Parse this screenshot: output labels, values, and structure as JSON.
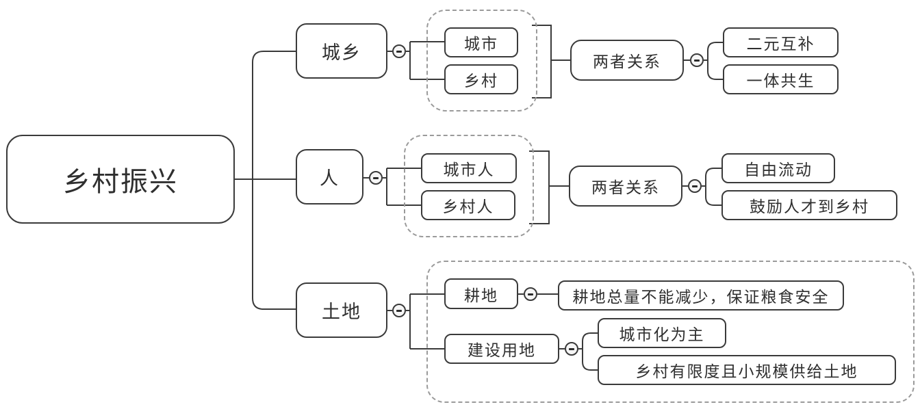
{
  "mindmap": {
    "root": {
      "label": "乡村振兴"
    },
    "branches": [
      {
        "label": "城乡",
        "children": [
          {
            "label": "城市"
          },
          {
            "label": "乡村"
          }
        ],
        "relation": {
          "label": "两者关系",
          "children": [
            {
              "label": "二元互补"
            },
            {
              "label": "一体共生"
            }
          ]
        }
      },
      {
        "label": "人",
        "children": [
          {
            "label": "城市人"
          },
          {
            "label": "乡村人"
          }
        ],
        "relation": {
          "label": "两者关系",
          "children": [
            {
              "label": "自由流动"
            },
            {
              "label": "鼓励人才到乡村"
            }
          ]
        }
      },
      {
        "label": "土地",
        "children": [
          {
            "label": "耕地",
            "children": [
              {
                "label": "耕地总量不能减少，保证粮食安全"
              }
            ]
          },
          {
            "label": "建设用地",
            "children": [
              {
                "label": "城市化为主"
              },
              {
                "label": "乡村有限度且小规模供给土地"
              }
            ]
          }
        ]
      }
    ],
    "collapse_icon": "minus-circle-icon",
    "colors": {
      "line": "#3a3a3a",
      "group_border": "#9a9a9a",
      "text": "#2f2f2f",
      "background": "#ffffff"
    }
  }
}
